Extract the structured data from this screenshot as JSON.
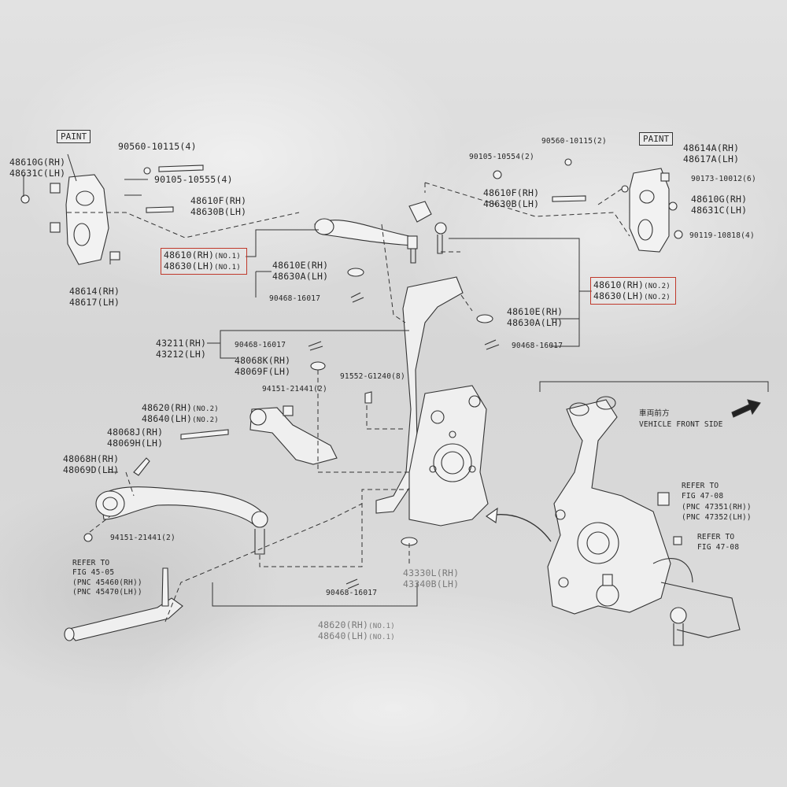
{
  "colors": {
    "highlight_box": "#c0392b",
    "line": "#333333"
  },
  "labels": {
    "paint_left": "PAINT",
    "paint_right": "PAINT",
    "bracket_left_rh": "48610G(RH)",
    "bracket_left_lh": "48631C(LH)",
    "nut_90560_left": "90560-10115(4)",
    "bolt_90105_10555": "90105-10555(4)",
    "bolt_48610F_rh_left": "48610F(RH)",
    "bolt_48630B_lh_left": "48630B(LH)",
    "bracket_48614_rh_left": "48614(RH)",
    "bracket_48617_lh_left": "48617(LH)",
    "arm_no1_rh": "48610(RH)",
    "arm_no1_lh": "48630(LH)",
    "no1": "(NO.1)",
    "bushing_48610E_rh_1": "48610E(RH)",
    "bushing_48630A_lh_1": "48630A(LH)",
    "pin_90468_a": "90468-16017",
    "knuckle_43211_rh": "43211(RH)",
    "knuckle_43212_lh": "43212(LH)",
    "pin_90468_b": "90468-16017",
    "bolt_48068K_rh": "48068K(RH)",
    "bolt_48069F_lh": "48069F(LH)",
    "bolt_91552": "91552-G1240(8)",
    "nut_94151_a": "94151-21441(2)",
    "arm_48620_rh_no2": "48620(RH)",
    "arm_48640_lh_no2": "48640(LH)",
    "no2": "(NO.2)",
    "bolt_48068J_rh": "48068J(RH)",
    "bolt_48069H_lh": "48069H(LH)",
    "bolt_48068H_rh": "48068H(RH)",
    "bolt_48069D_lh": "48069D(LH)",
    "nut_94151_b": "94151-21441(2)",
    "refer_to": "REFER TO",
    "fig_45_05": "FIG 45-05",
    "pnc_45460": "(PNC 45460(RH))",
    "pnc_45470": "(PNC 45470(LH))",
    "pin_90468_c": "90468-16017",
    "shield_43330L_rh": "43330L(RH)",
    "shield_43340B_lh": "43340B(LH)",
    "arm_48620_rh_no1": "48620(RH)",
    "arm_48640_lh_no1": "48640(LH)",
    "no1b": "(NO.1)",
    "nut_90560_right": "90560-10115(2)",
    "bolt_90105_10554": "90105-10554(2)",
    "bolt_48610F_rh_right": "48610F(RH)",
    "bolt_48630B_lh_right": "48630B(LH)",
    "bracket_48614A_rh": "48614A(RH)",
    "bracket_48617A_lh": "48617A(LH)",
    "nut_90173": "90173-10012(6)",
    "bracket_48610G_rh_right": "48610G(RH)",
    "bracket_48631C_lh_right": "48631C(LH)",
    "bolt_90119": "90119-10818(4)",
    "arm_no2_rh": "48610(RH)",
    "arm_no2_lh": "48630(LH)",
    "no2b": "(NO.2)",
    "bushing_48610E_rh_2": "48610E(RH)",
    "bushing_48630A_lh_2": "48630A(LH)",
    "pin_90468_d": "90468-16017",
    "vehicle_front_jp": "車両前方",
    "vehicle_front_en": "VEHICLE FRONT SIDE",
    "refer_to_2": "REFER TO",
    "fig_47_08_a": "FIG 47-08",
    "pnc_47351": "(PNC 47351(RH))",
    "pnc_47352": "(PNC 47352(LH))",
    "refer_to_3": "REFER TO",
    "fig_47_08_b": "FIG 47-08"
  }
}
